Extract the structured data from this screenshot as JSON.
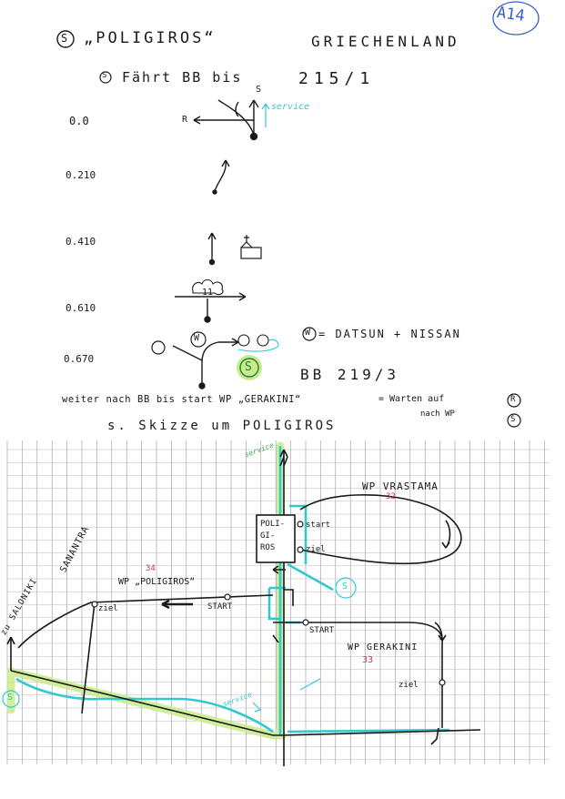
{
  "page_badge": "A14",
  "header": {
    "stage_marker": "S",
    "title": "„POLIGIROS“",
    "country": "GRIECHENLAND"
  },
  "route": {
    "intro_marker": "S",
    "intro": "Fährt BB bis",
    "start_ref": "215/1",
    "service_note": "service",
    "turn_labels": {
      "r": "R",
      "s": "S"
    },
    "distances": [
      "0.0",
      "0.210",
      "0.410",
      "0.610",
      "0.670"
    ],
    "bridge_number": "11",
    "service_marker": "S",
    "dealer_marker": "W",
    "dealer_note": "= DATSUN + NISSAN",
    "end_ref": "BB 219/3",
    "instruction": "weiter nach BB bis start WP „GERAKINI“",
    "wait_note": "= Warten auf",
    "wait_marker": "R",
    "wait_note2": "nach WP",
    "wait_marker2": "S"
  },
  "sketch": {
    "heading": "s. Skizze um POLIGIROS",
    "town_box": [
      "POLI-",
      "GI-",
      "ROS"
    ],
    "stages": [
      {
        "name": "WP VRASTAMA",
        "number": "32",
        "start": "start",
        "finish": "ziel"
      },
      {
        "name": "WP „POLIGIROS“",
        "number": "34",
        "start": "START",
        "finish": "ziel"
      },
      {
        "name": "WP GERAKINI",
        "number": "33",
        "start": "START",
        "finish": "ziel"
      }
    ],
    "towns": [
      "SANANTRA",
      "zu SALONIKI"
    ],
    "service_labels": [
      "service",
      "service"
    ],
    "service_circles": [
      "S",
      "S"
    ],
    "colors": {
      "ink": "#1a1a1a",
      "cyan": "#33c8d0",
      "highlight": "#c8ec8c",
      "red": "#d0306a",
      "service_green": "#3faa5a"
    }
  }
}
